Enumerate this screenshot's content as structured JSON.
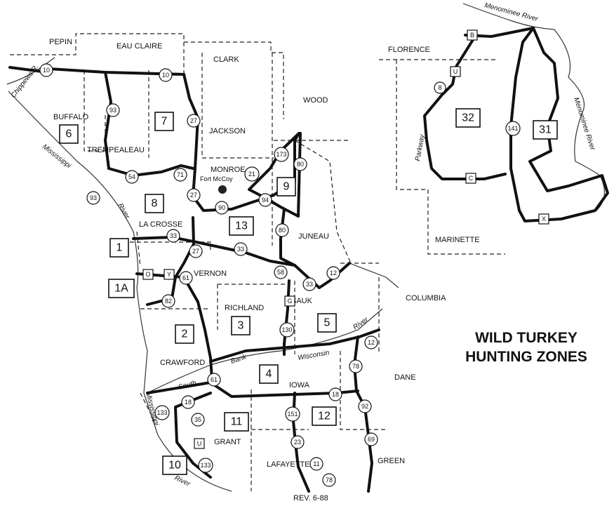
{
  "title": {
    "line1": "WILD TURKEY",
    "line2": "HUNTING ZONES"
  },
  "revision": "REV. 6-88",
  "counties": [
    {
      "name": "EAU CLAIRE"
    },
    {
      "name": "PEPIN"
    },
    {
      "name": "CLARK"
    },
    {
      "name": "WOOD"
    },
    {
      "name": "BUFFALO"
    },
    {
      "name": "TREMPEALEAU"
    },
    {
      "name": "JACKSON"
    },
    {
      "name": "MONROE"
    },
    {
      "name": "LA CROSSE"
    },
    {
      "name": "JUNEAU"
    },
    {
      "name": "VERNON"
    },
    {
      "name": "RICHLAND"
    },
    {
      "name": "SAUK"
    },
    {
      "name": "COLUMBIA"
    },
    {
      "name": "CRAWFORD"
    },
    {
      "name": "IOWA"
    },
    {
      "name": "DANE"
    },
    {
      "name": "GRANT"
    },
    {
      "name": "LAFAYETTE"
    },
    {
      "name": "GREEN"
    },
    {
      "name": "FLORENCE"
    },
    {
      "name": "MARINETTE"
    }
  ],
  "places": [
    {
      "name": "Fort McCoy"
    }
  ],
  "waterways": [
    {
      "name": "Chippewa R."
    },
    {
      "name": "Mississippi"
    },
    {
      "name": "River"
    },
    {
      "name": "Bank"
    },
    {
      "name": "Wisconsin"
    },
    {
      "name": "River"
    },
    {
      "name": "South"
    },
    {
      "name": "Mississippi"
    },
    {
      "name": "River"
    },
    {
      "name": "Menominee River"
    },
    {
      "name": "Menominee River"
    },
    {
      "name": "Parkway"
    }
  ],
  "zones": [
    {
      "label": "6"
    },
    {
      "label": "7"
    },
    {
      "label": "8"
    },
    {
      "label": "9"
    },
    {
      "label": "13"
    },
    {
      "label": "1"
    },
    {
      "label": "1A"
    },
    {
      "label": "2"
    },
    {
      "label": "3"
    },
    {
      "label": "5"
    },
    {
      "label": "4"
    },
    {
      "label": "11"
    },
    {
      "label": "12"
    },
    {
      "label": "10"
    },
    {
      "label": "32"
    },
    {
      "label": "31"
    }
  ],
  "highways": [
    {
      "label": "10"
    },
    {
      "label": "10"
    },
    {
      "label": "93"
    },
    {
      "label": "27"
    },
    {
      "label": "54"
    },
    {
      "label": "71"
    },
    {
      "label": "93"
    },
    {
      "label": "27"
    },
    {
      "label": "21"
    },
    {
      "label": "173"
    },
    {
      "label": "80"
    },
    {
      "label": "90"
    },
    {
      "label": "94"
    },
    {
      "label": "80"
    },
    {
      "label": "33"
    },
    {
      "label": "27"
    },
    {
      "label": "33"
    },
    {
      "label": "61"
    },
    {
      "label": "58"
    },
    {
      "label": "33"
    },
    {
      "label": "12"
    },
    {
      "label": "82"
    },
    {
      "label": "130"
    },
    {
      "label": "12"
    },
    {
      "label": "61"
    },
    {
      "label": "78"
    },
    {
      "label": "18"
    },
    {
      "label": "18"
    },
    {
      "label": "133"
    },
    {
      "label": "35"
    },
    {
      "label": "151"
    },
    {
      "label": "92"
    },
    {
      "label": "69"
    },
    {
      "label": "23"
    },
    {
      "label": "133"
    },
    {
      "label": "11"
    },
    {
      "label": "78"
    },
    {
      "label": "8"
    },
    {
      "label": "141"
    }
  ],
  "county_roads": [
    {
      "label": "O"
    },
    {
      "label": "Y"
    },
    {
      "label": "G"
    },
    {
      "label": "U"
    },
    {
      "label": "B"
    },
    {
      "label": "U"
    },
    {
      "label": "C"
    },
    {
      "label": "X"
    }
  ]
}
